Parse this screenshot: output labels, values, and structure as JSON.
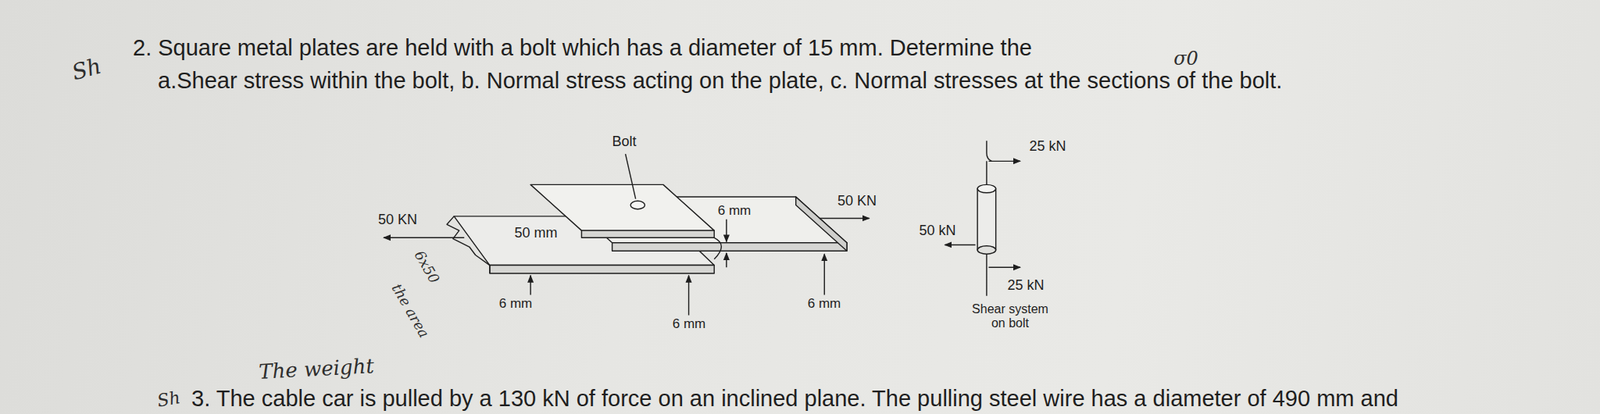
{
  "diagram": {
    "labels": [
      "2. Square metal plates are held with a bolt which has a diameter of 15 mm. Determine the",
      "a.Shear stress within the bolt, b. Normal stress acting on the plate, c. Normal stresses at the sections of the bolt.",
      "Sh",
      "σ0",
      "Bolt",
      "6 mm",
      "50 KN",
      "50 mm",
      "6x50",
      "the area",
      "6 mm",
      "6 mm",
      "6 mm",
      "50 KN",
      "25 kN",
      "50 kN",
      "25 kN",
      "Shear system on bolt",
      "The weight",
      "Sh",
      "3. The cable car is pulled by a 130 kN of force on an inclined plane. The pulling steel wire has a diameter of 490 mm and"
    ]
  }
}
